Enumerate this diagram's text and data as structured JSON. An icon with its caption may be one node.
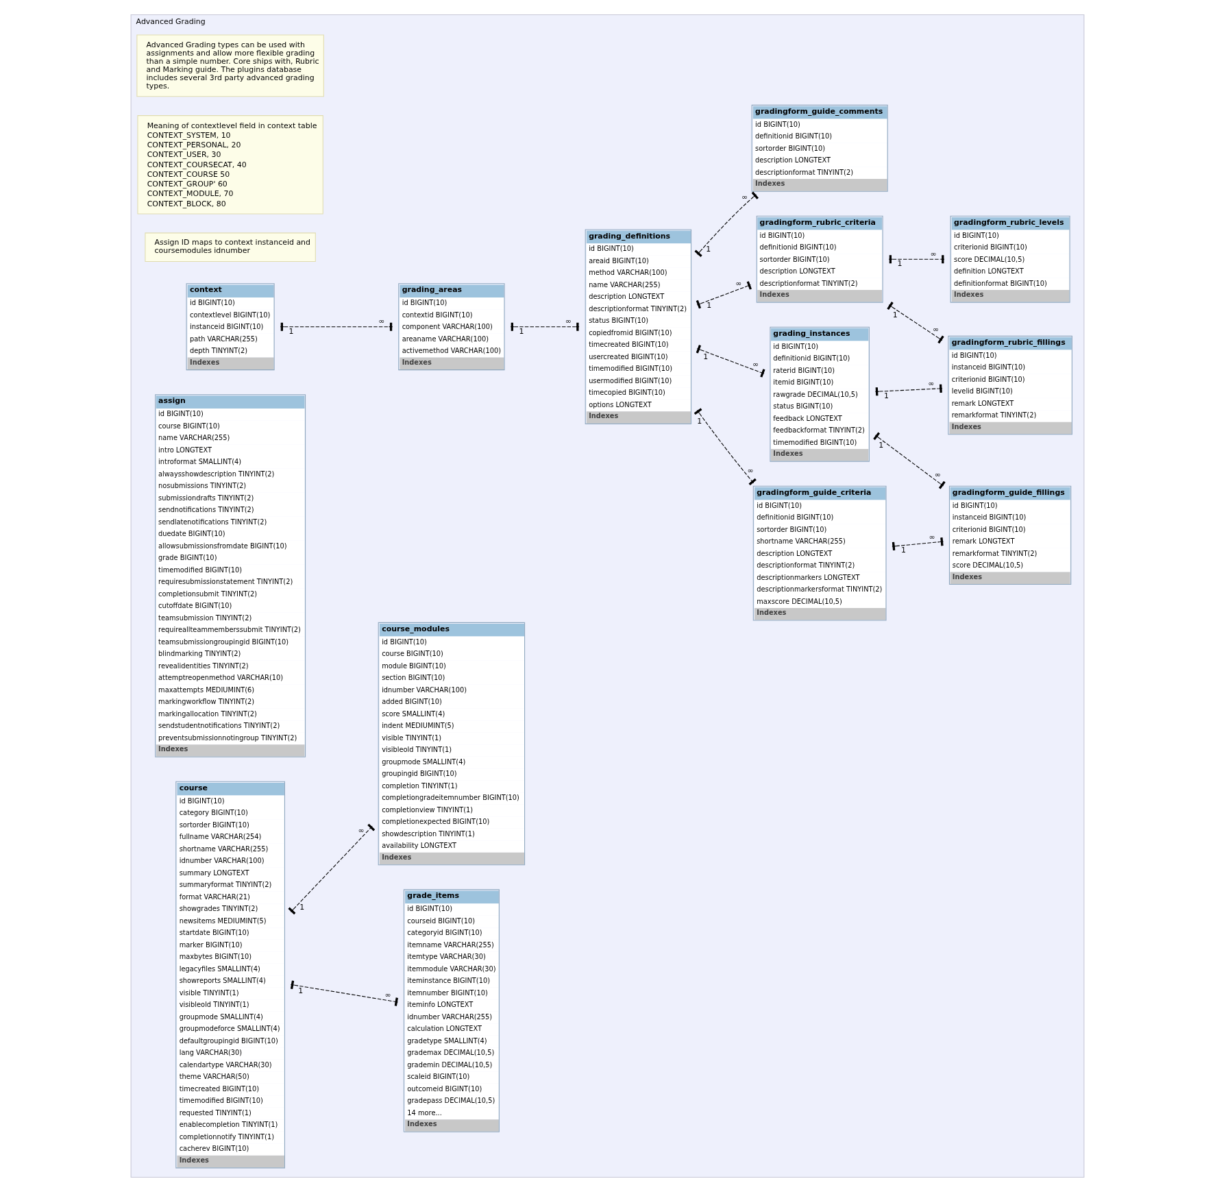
{
  "diagram": {
    "nodes": [
      {
        "text": [
          "Advanced Grading"
        ]
      },
      {
        "text": [
          "Advanced Grading types can be used with assignments and allow more flexible grading than a simple number. Core ships with, Rubric and Marking guide. The plugins database includes several 3rd party advanced grading types."
        ],
        "in": 0
      },
      {
        "text": [
          "gradingform_guide_fillings",
          "id BIGINT(10)",
          "instanceid BIGINT(10)",
          "criterionid BIGINT(10)",
          "remark LONGTEXT",
          "remarkformat TINYINT(2)",
          "score DECIMAL(10,5)",
          "Indexes"
        ],
        "in": 0
      },
      {
        "text": [
          "grading_instances",
          "id BIGINT(10)",
          "definitionid BIGINT(10)",
          "raterid BIGINT(10)",
          "itemid BIGINT(10)",
          "rawgrade DECIMAL(10,5)",
          "status BIGINT(10)",
          "feedback LONGTEXT",
          "feedbackformat TINYINT(2)",
          "timemodified BIGINT(10)",
          "Indexes"
        ],
        "in": 0
      },
      {
        "text": [
          "gradingform_rubric_fillings",
          "id BIGINT(10)",
          "instanceid BIGINT(10)",
          "criterionid BIGINT(10)",
          "levelid BIGINT(10)",
          "remark LONGTEXT",
          "remarkformat TINYINT(2)",
          "Indexes"
        ],
        "in": 0
      },
      {
        "text": [
          "gradingform_rubric_levels",
          "id BIGINT(10)",
          "criterionid BIGINT(10)",
          "score DECIMAL(10,5)",
          "definition LONGTEXT",
          "definitionformat BIGINT(10)",
          "Indexes"
        ],
        "in": 0
      },
      {
        "text": [
          "gradingform_guide_criteria",
          "id BIGINT(10)",
          "definitionid BIGINT(10)",
          "sortorder BIGINT(10)",
          "shortname VARCHAR(255)",
          "description LONGTEXT",
          "descriptionformat TINYINT(2)",
          "descriptionmarkers LONGTEXT",
          "descriptionmarkersformat TINYINT(2)",
          "maxscore DECIMAL(10,5)",
          "Indexes"
        ],
        "in": 0
      },
      {
        "text": [
          "Meaning of contextlevel field in context table",
          "CONTEXT_SYSTEM, 10",
          "CONTEXT_PERSONAL, 20",
          "CONTEXT_USER, 30",
          "CONTEXT_COURSECAT, 40",
          "CONTEXT_COURSE 50",
          "CONTEXT_GROUP' 60",
          "CONTEXT_MODULE, 70",
          "CONTEXT_BLOCK, 80"
        ],
        "in": 0
      },
      {
        "text": [
          "gradingform_rubric_criteria",
          "id BIGINT(10)",
          "definitionid BIGINT(10)",
          "sortorder BIGINT(10)",
          "description LONGTEXT",
          "descriptionformat TINYINT(2)",
          "Indexes"
        ],
        "in": 0
      },
      {
        "text": [
          "grading_definitions",
          "id BIGINT(10)",
          "areaid BIGINT(10)",
          "method VARCHAR(100)",
          "name VARCHAR(255)",
          "description LONGTEXT",
          "descriptionformat TINYINT(2)",
          "status BIGINT(10)",
          "copiedfromid BIGINT(10)",
          "timecreated BIGINT(10)",
          "usercreated BIGINT(10)",
          "timemodified BIGINT(10)",
          "usermodified BIGINT(10)",
          "timecopied BIGINT(10)",
          "options LONGTEXT",
          "Indexes"
        ],
        "in": 0
      },
      {
        "text": [
          "Assign ID maps to context instanceid and coursemodules idnumber"
        ],
        "in": 0
      },
      {
        "text": [
          "context",
          "id BIGINT(10)",
          "contextlevel BIGINT(10)",
          "instanceid BIGINT(10)",
          "path VARCHAR(255)",
          "depth TINYINT(2)",
          "Indexes"
        ],
        "in": 0
      },
      {
        "text": [
          "grading_areas",
          "id BIGINT(10)",
          "contextid BIGINT(10)",
          "component VARCHAR(100)",
          "areaname VARCHAR(100)",
          "activemethod VARCHAR(100)",
          "Indexes"
        ],
        "in": 0
      },
      {
        "text": [
          "gradingform_guide_comments",
          "id BIGINT(10)",
          "definitionid BIGINT(10)",
          "sortorder BIGINT(10)",
          "description LONGTEXT",
          "descriptionformat TINYINT(2)",
          "Indexes"
        ],
        "in": 0
      },
      {
        "text": [
          "assign",
          "id BIGINT(10)",
          "course BIGINT(10)",
          "name VARCHAR(255)",
          "intro LONGTEXT",
          "introformat SMALLINT(4)",
          "alwaysshowdescription TINYINT(2)",
          "nosubmissions TINYINT(2)",
          "submissiondrafts TINYINT(2)",
          "sendnotifications TINYINT(2)",
          "sendlatenotifications TINYINT(2)",
          "duedate BIGINT(10)",
          "allowsubmissionsfromdate BIGINT(10)",
          "grade BIGINT(10)",
          "timemodified BIGINT(10)",
          "requiresubmissionstatement TINYINT(2)",
          "completionsubmit TINYINT(2)",
          "cutoffdate BIGINT(10)",
          "teamsubmission TINYINT(2)",
          "requireallteammemberssubmit TINYINT(2)",
          "teamsubmissiongroupingid BIGINT(10)",
          "blindmarking TINYINT(2)",
          "revealidentities TINYINT(2)",
          "attemptreopenmethod VARCHAR(10)",
          "maxattempts MEDIUMINT(6)",
          "markingworkflow TINYINT(2)",
          "markingallocation TINYINT(2)",
          "sendstudentnotifications TINYINT(2)",
          "preventsubmissionnotingroup TINYINT(2)",
          "Indexes"
        ],
        "in": 0
      },
      {
        "text": [
          "course_modules",
          "id BIGINT(10)",
          "course BIGINT(10)",
          "module BIGINT(10)",
          "section BIGINT(10)",
          "idnumber VARCHAR(100)",
          "added BIGINT(10)",
          "score SMALLINT(4)",
          "indent MEDIUMINT(5)",
          "visible TINYINT(1)",
          "visibleold TINYINT(1)",
          "groupmode SMALLINT(4)",
          "groupingid BIGINT(10)",
          "completion TINYINT(1)",
          "completiongradeitemnumber BIGINT(10)",
          "completionview TINYINT(1)",
          "completionexpected BIGINT(10)",
          "showdescription TINYINT(1)",
          "availability LONGTEXT",
          "Indexes"
        ],
        "in": 0
      },
      {
        "text": [
          "course",
          "id BIGINT(10)",
          "category BIGINT(10)",
          "sortorder BIGINT(10)",
          "fullname VARCHAR(254)",
          "shortname VARCHAR(255)",
          "idnumber VARCHAR(100)",
          "summary LONGTEXT",
          "summaryformat TINYINT(2)",
          "format VARCHAR(21)",
          "showgrades TINYINT(2)",
          "newsitems MEDIUMINT(5)",
          "startdate BIGINT(10)",
          "marker BIGINT(10)",
          "maxbytes BIGINT(10)",
          "legacyfiles SMALLINT(4)",
          "showreports SMALLINT(4)",
          "visible TINYINT(1)",
          "visibleold TINYINT(1)",
          "groupmode SMALLINT(4)",
          "groupmodeforce SMALLINT(4)",
          "defaultgroupingid BIGINT(10)",
          "lang VARCHAR(30)",
          "calendartype VARCHAR(30)",
          "theme VARCHAR(50)",
          "timecreated BIGINT(10)",
          "timemodified BIGINT(10)",
          "requested TINYINT(1)",
          "enablecompletion TINYINT(1)",
          "completionnotify TINYINT(1)",
          "cacherev BIGINT(10)",
          "Indexes"
        ],
        "in": 0
      },
      {
        "text": [
          "grade_items",
          "id BIGINT(10)",
          "courseid BIGINT(10)",
          "categoryid BIGINT(10)",
          "itemname VARCHAR(255)",
          "itemtype VARCHAR(30)",
          "itemmodule VARCHAR(30)",
          "iteminstance BIGINT(10)",
          "itemnumber BIGINT(10)",
          "iteminfo LONGTEXT",
          "idnumber VARCHAR(255)",
          "calculation LONGTEXT",
          "gradetype SMALLINT(4)",
          "grademax DECIMAL(10,5)",
          "grademin DECIMAL(10,5)",
          "scaleid BIGINT(10)",
          "outcomeid BIGINT(10)",
          "gradepass DECIMAL(10,5)",
          "14 more...",
          "Indexes"
        ],
        "in": 0
      }
    ],
    "edges": [
      {
        "from": 6,
        "to": 2,
        "arrow": "other",
        "style": "dashed"
      },
      {
        "from": 9,
        "to": 6,
        "arrow": "other",
        "style": "dashed"
      },
      {
        "from": 3,
        "to": 2,
        "arrow": "other",
        "style": "dashed"
      },
      {
        "from": 3,
        "to": 4,
        "arrow": "other",
        "style": "dashed"
      },
      {
        "from": 9,
        "to": 3,
        "arrow": "other",
        "style": "dashed"
      },
      {
        "from": 8,
        "to": 4,
        "arrow": "other",
        "style": "dashed"
      },
      {
        "from": 8,
        "to": 5,
        "arrow": "other",
        "style": "dashed"
      },
      {
        "from": 9,
        "to": 8,
        "arrow": "other",
        "style": "dashed"
      },
      {
        "from": 9,
        "to": 13,
        "arrow": "other",
        "style": "dashed"
      },
      {
        "from": 12,
        "to": 9,
        "arrow": "other",
        "style": "dashed"
      },
      {
        "from": 11,
        "to": 12,
        "arrow": "other",
        "style": "dashed"
      },
      {
        "from": 16,
        "to": 15,
        "arrow": "other",
        "style": "dashed"
      },
      {
        "from": 16,
        "to": 17,
        "arrow": "other",
        "style": "dashed"
      }
    ],
    "labels": [
      "1",
      "∞",
      "1",
      "∞",
      "1",
      "∞",
      "1",
      "∞",
      "1",
      "∞",
      "1",
      "∞",
      "1",
      "∞",
      "1",
      "∞",
      "1",
      "∞",
      "1",
      "∞",
      "1",
      "∞",
      "1",
      "∞",
      "1",
      "∞"
    ]
  }
}
